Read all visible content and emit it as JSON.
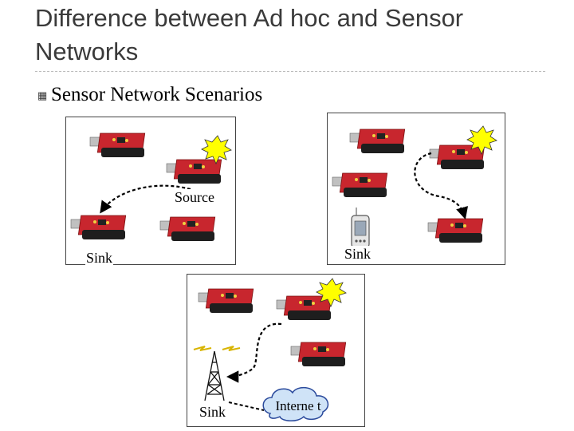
{
  "slide": {
    "title": "Difference between Ad hoc and Sensor Networks",
    "bullet_icon": "square-bullet-icon",
    "bullet_text": "Sensor Network Scenarios"
  },
  "panels": {
    "single_sink": {
      "source_label": "Source",
      "sink_label": "Sink"
    },
    "mobile_sink": {
      "sink_label": "Sink"
    },
    "internet_sink": {
      "sink_label": "Sink",
      "internet_label": "Interne t"
    }
  },
  "colors": {
    "board_red": "#c8262e",
    "battery_black": "#1e1e1e",
    "usb_silver": "#c0c0c0",
    "event_yellow": "#ffff00",
    "link_dashed": "#000000",
    "cloud_fill": "#cfe3f7",
    "cloud_stroke": "#2a4a9c"
  }
}
